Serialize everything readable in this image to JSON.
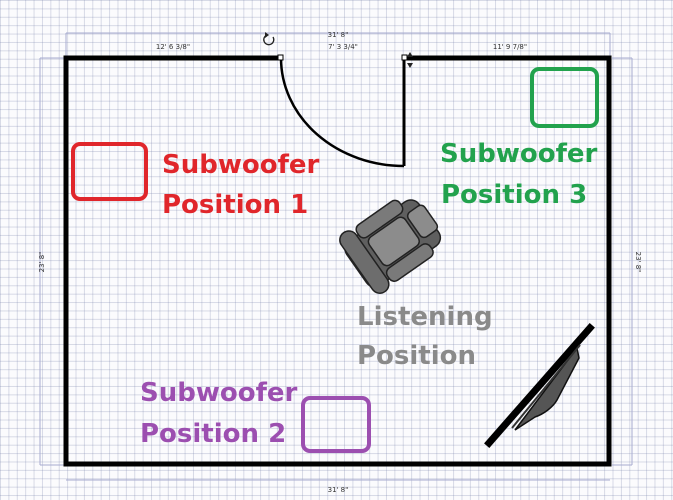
{
  "dimensions": {
    "total_width_top": "31' 8\"",
    "total_width_bottom": "31' 8\"",
    "left_wall_segment": "12' 6 3/8\"",
    "door_opening": "7' 3 3/4\"",
    "right_wall_segment": "11' 9 7/8\"",
    "height_left": "23' 8\"",
    "height_right": "23' 8\""
  },
  "labels": {
    "sub1_line1": "Subwoofer",
    "sub1_line2": "Position 1",
    "sub2_line1": "Subwoofer",
    "sub2_line2": "Position 2",
    "sub3_line1": "Subwoofer",
    "sub3_line2": "Position 3",
    "listening_line1": "Listening",
    "listening_line2": "Position"
  },
  "icons": {
    "rotate": "rotate-icon",
    "chair": "armchair-icon",
    "tv": "tv-icon"
  },
  "colors": {
    "sub1": "#e0262b",
    "sub2": "#9c4fb0",
    "sub3": "#22a24d",
    "listening": "#8a8a8a",
    "walls": "#000000"
  }
}
